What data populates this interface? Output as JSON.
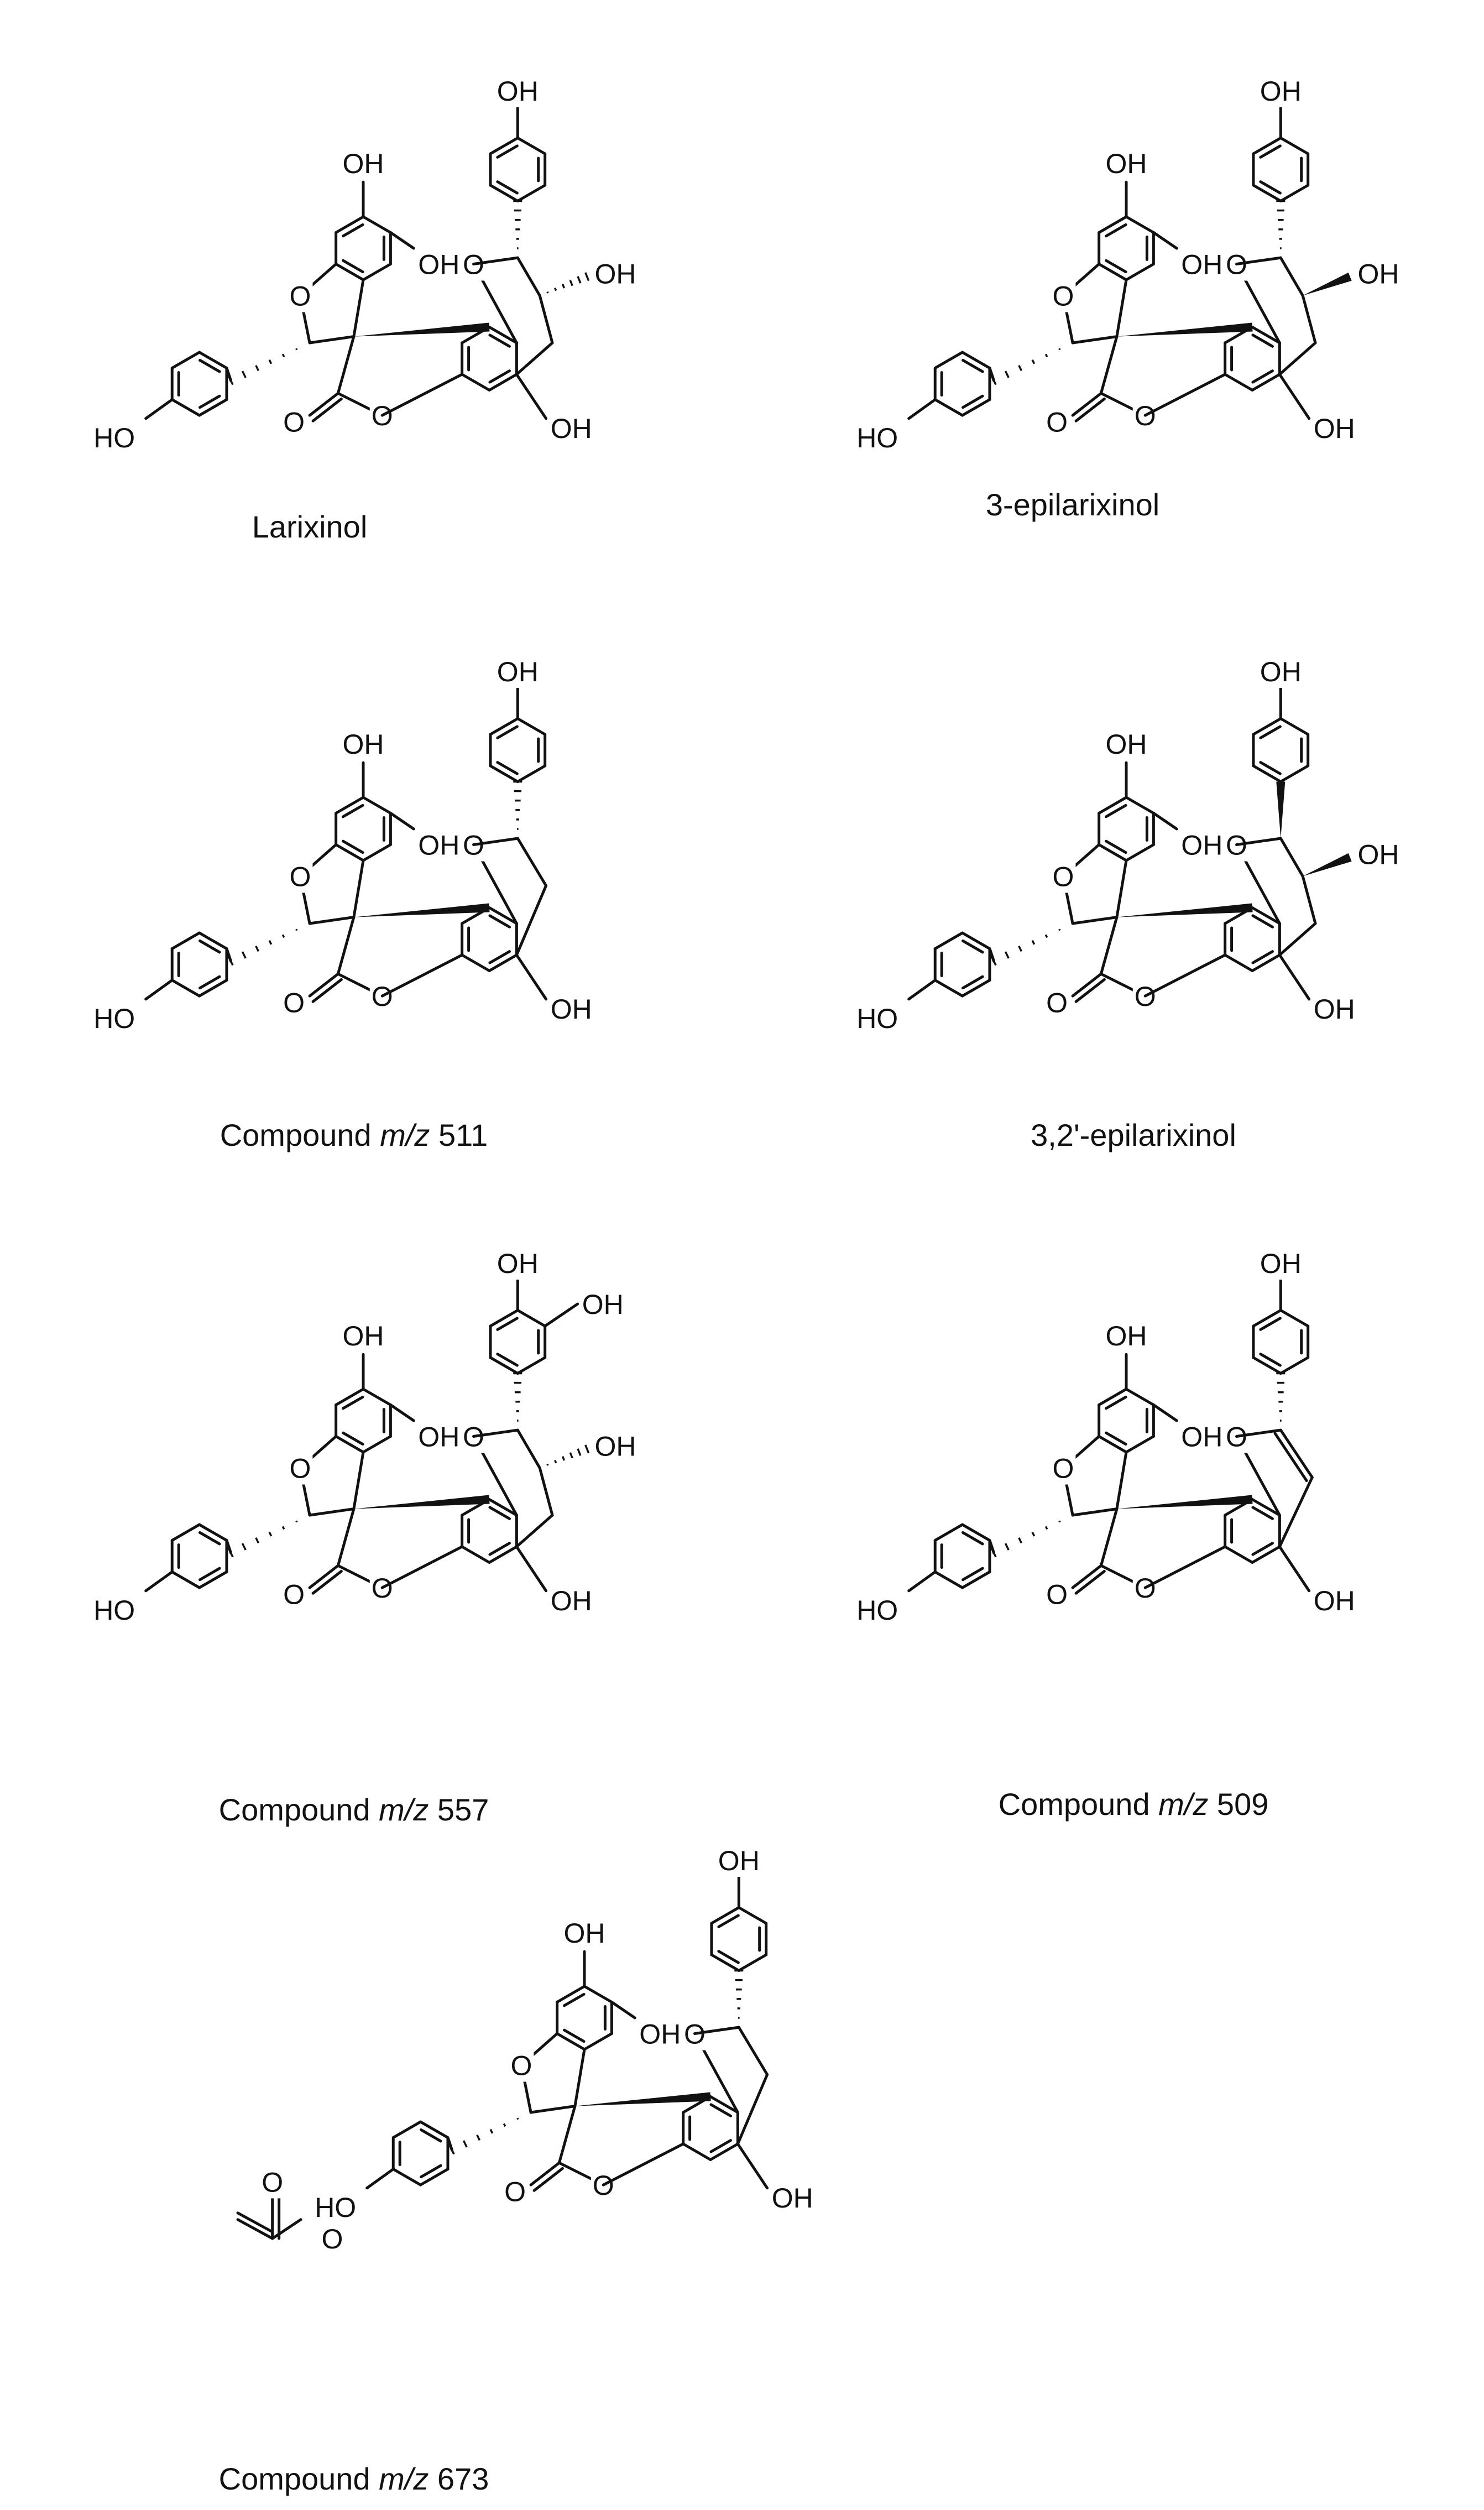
{
  "molecules": [
    {
      "name": "Larixinol",
      "caption_prefix": "Larixinol",
      "caption_italic": "",
      "caption_suffix": "",
      "variant": "chroman",
      "c3": "hash",
      "c2p": "hash",
      "catechol": false,
      "ester": false
    },
    {
      "name": "3-epilarixinol",
      "caption_prefix": "3-epilarixinol",
      "caption_italic": "",
      "caption_suffix": "",
      "variant": "chroman",
      "c3": "wedge",
      "c2p": "hash",
      "catechol": false,
      "ester": false
    },
    {
      "name": "Compound m/z 511",
      "caption_prefix": "Compound ",
      "caption_italic": "m/z",
      "caption_suffix": " 511",
      "variant": "dihydrofuran",
      "c3": "none",
      "c2p": "hash",
      "catechol": false,
      "ester": false
    },
    {
      "name": "3,2'-epilarixinol",
      "caption_prefix": "3,2'-epilarixinol",
      "caption_italic": "",
      "caption_suffix": "",
      "variant": "chroman",
      "c3": "wedge",
      "c2p": "wedge",
      "catechol": false,
      "ester": false
    },
    {
      "name": "Compound m/z 557",
      "caption_prefix": "Compound ",
      "caption_italic": "m/z",
      "caption_suffix": " 557",
      "variant": "chroman",
      "c3": "hash",
      "c2p": "hash",
      "catechol": true,
      "ester": false
    },
    {
      "name": "Compound m/z 509",
      "caption_prefix": "Compound ",
      "caption_italic": "m/z",
      "caption_suffix": " 509",
      "variant": "benzofuran",
      "c3": "none",
      "c2p": "hash",
      "catechol": false,
      "ester": false
    },
    {
      "name": "Compound m/z 673",
      "caption_prefix": "Compound ",
      "caption_italic": "m/z",
      "caption_suffix": " 673",
      "variant": "dihydrofuran",
      "c3": "none",
      "c2p": "hash",
      "catechol": false,
      "ester": true
    }
  ],
  "atom_labels": {
    "hydroxyl_right": "OH",
    "hydroxyl_left": "HO",
    "oxygen": "O"
  }
}
